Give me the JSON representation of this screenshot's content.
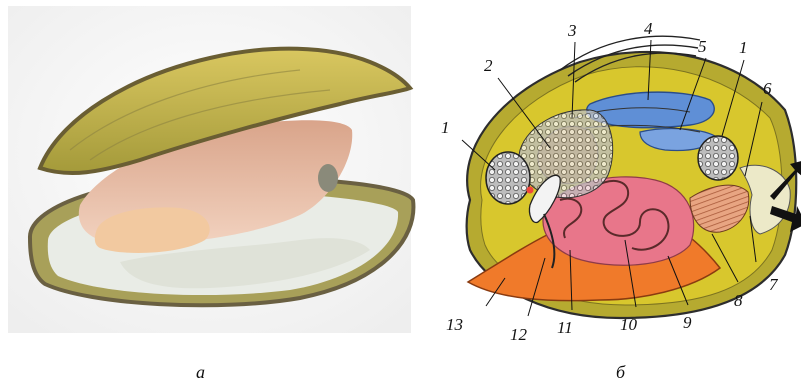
{
  "panels": {
    "a": {
      "caption": "а"
    },
    "b": {
      "caption": "б"
    }
  },
  "labels": [
    {
      "id": "1a",
      "text": "1"
    },
    {
      "id": "2",
      "text": "2"
    },
    {
      "id": "3",
      "text": "3"
    },
    {
      "id": "4",
      "text": "4"
    },
    {
      "id": "5",
      "text": "5"
    },
    {
      "id": "1b",
      "text": "1"
    },
    {
      "id": "6",
      "text": "6"
    },
    {
      "id": "7",
      "text": "7"
    },
    {
      "id": "8",
      "text": "8"
    },
    {
      "id": "9",
      "text": "9"
    },
    {
      "id": "10",
      "text": "10"
    },
    {
      "id": "11",
      "text": "11"
    },
    {
      "id": "12",
      "text": "12"
    },
    {
      "id": "13",
      "text": "13"
    }
  ],
  "colors": {
    "shell_olive": "#b7ac2f",
    "mantle_yellow": "#d9c62e",
    "foot_orange": "#f07a2a",
    "gut_pink": "#e8768a",
    "gill_blue": "#5f8fd6",
    "muscle_gray": "#c9c9c9",
    "digestive_gold": "#d1a12b",
    "arrow_black": "#111111"
  }
}
